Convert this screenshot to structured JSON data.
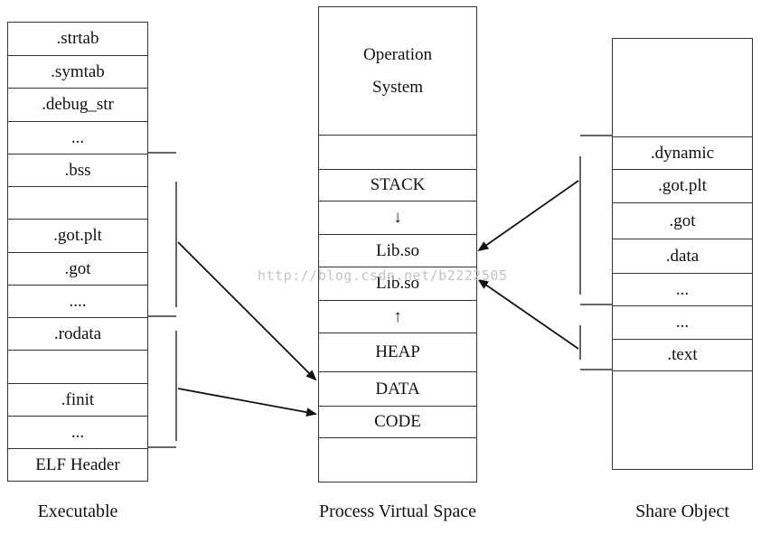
{
  "executable": {
    "caption": "Executable",
    "sections": [
      ".strtab",
      ".symtab",
      ".debug_str",
      "...",
      ".bss",
      "",
      ".got.plt",
      ".got",
      "....",
      ".rodata",
      "",
      ".finit",
      "...",
      "ELF Header"
    ]
  },
  "process": {
    "caption": "Process Virtual Space",
    "os_line1": "Operation",
    "os_line2": "System",
    "regions": [
      "",
      "STACK",
      "↓",
      "Lib.so",
      "Lib.so",
      "↑",
      "HEAP",
      "DATA",
      "CODE",
      ""
    ]
  },
  "share_object": {
    "caption": "Share Object",
    "sections": [
      ".dynamic",
      ".got.plt",
      ".got",
      ".data",
      "...",
      "...",
      ".text"
    ]
  },
  "watermark": "http://blog.csdn.net/b2222505"
}
